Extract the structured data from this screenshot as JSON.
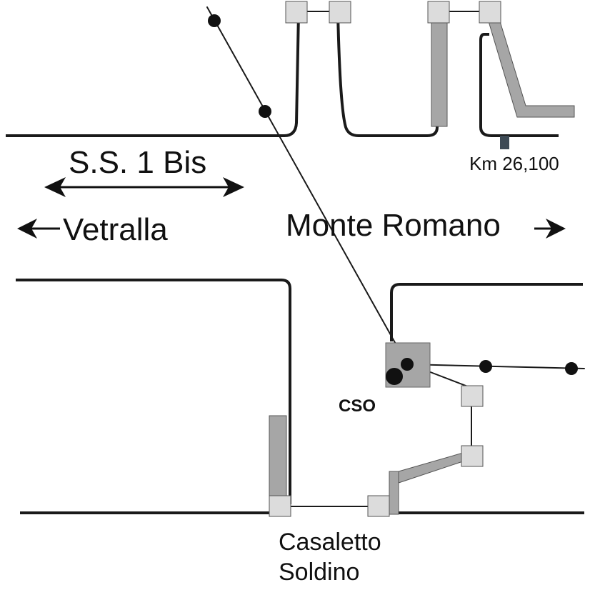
{
  "labels": {
    "road_name": "S.S. 1 Bis",
    "west_destination": "Vetralla",
    "east_destination": "Monte Romano",
    "cso": "CSO",
    "km_marker": "Km 26,100",
    "locality_line1": "Casaletto",
    "locality_line2": "Soldino"
  },
  "colors": {
    "road": "#1a1a1a",
    "light_box": "#dcdcdc",
    "mid_box": "#a6a6a6",
    "node": "#111111",
    "km_marker": "#3d4a55"
  }
}
